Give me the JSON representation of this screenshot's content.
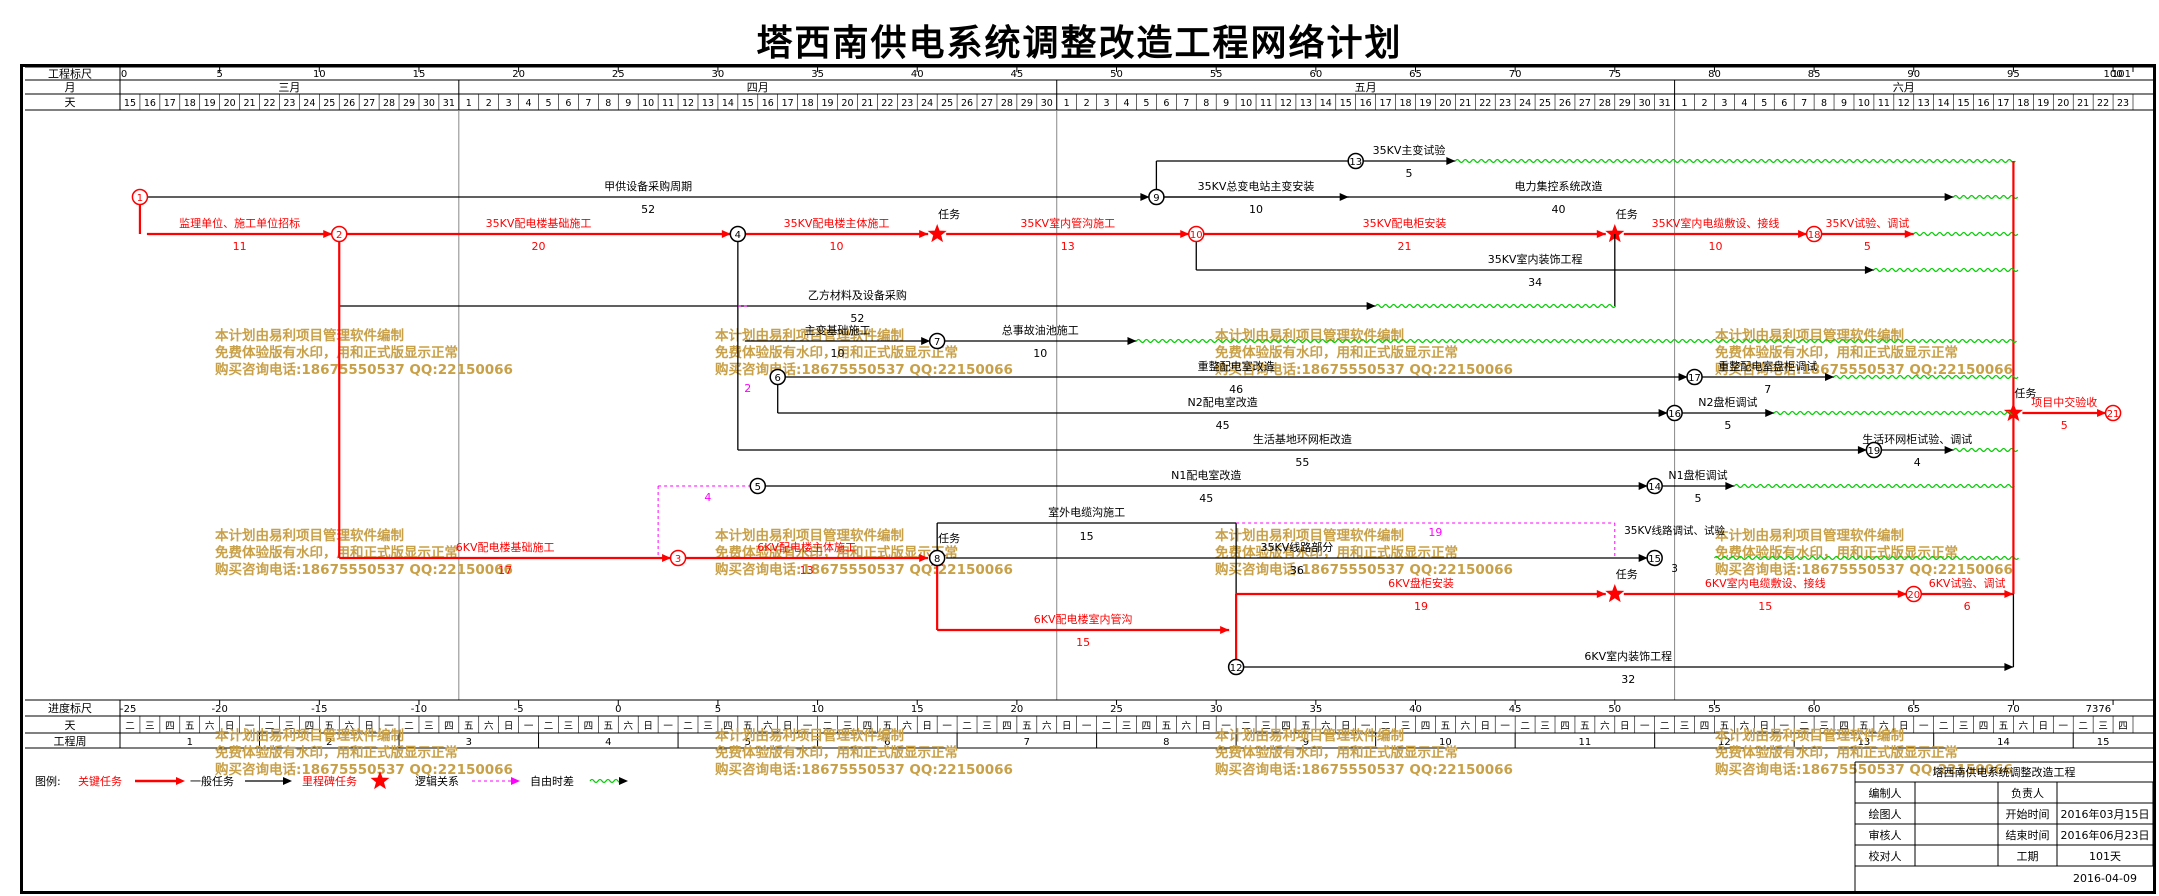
{
  "title": "塔西南供电系统调整改造工程网络计划",
  "header": {
    "row_labels": [
      "工程标尺",
      "月",
      "天"
    ],
    "scale_ticks": [
      "0",
      "5",
      "10",
      "15",
      "20",
      "25",
      "30",
      "35",
      "40",
      "45",
      "50",
      "55",
      "60",
      "65",
      "70",
      "75",
      "80",
      "85",
      "90",
      "95",
      "100",
      "101"
    ],
    "months": [
      "三月",
      "四月",
      "五月",
      "六月"
    ],
    "days": {
      "march": [
        "15",
        "16",
        "17",
        "18",
        "19",
        "20",
        "21",
        "22",
        "23",
        "24",
        "25",
        "26",
        "27",
        "28",
        "29",
        "30",
        "31"
      ],
      "april": [
        "1",
        "2",
        "3",
        "4",
        "5",
        "6",
        "7",
        "8",
        "9",
        "10",
        "11",
        "12",
        "13",
        "14",
        "15",
        "16",
        "17",
        "18",
        "19",
        "20",
        "21",
        "22",
        "23",
        "24",
        "25",
        "26",
        "27",
        "28",
        "29",
        "30"
      ],
      "may": [
        "1",
        "2",
        "3",
        "4",
        "5",
        "6",
        "7",
        "8",
        "9",
        "10",
        "11",
        "12",
        "13",
        "14",
        "15",
        "16",
        "17",
        "18",
        "19",
        "20",
        "21",
        "22",
        "23",
        "24",
        "25",
        "26",
        "27",
        "28",
        "29",
        "30",
        "31"
      ],
      "june": [
        "1",
        "2",
        "3",
        "4",
        "5",
        "6",
        "7",
        "8",
        "9",
        "10",
        "11",
        "12",
        "13",
        "14",
        "15",
        "16",
        "17",
        "18",
        "19",
        "20",
        "21",
        "22",
        "23"
      ]
    }
  },
  "footer": {
    "row_labels": [
      "进度标尺",
      "天",
      "工程周"
    ],
    "progress_ticks": [
      "-25",
      "-20",
      "-15",
      "-10",
      "-5",
      "0",
      "5",
      "10",
      "15",
      "20",
      "25",
      "30",
      "35",
      "40",
      "45",
      "50",
      "55",
      "60",
      "65",
      "70",
      "7376"
    ],
    "weekdays": [
      "二",
      "三",
      "四",
      "五",
      "六",
      "日",
      "一"
    ],
    "weeks": [
      "1",
      "2",
      "3",
      "4",
      "5",
      "6",
      "7",
      "8",
      "9",
      "10",
      "11",
      "12",
      "13",
      "14",
      "15"
    ]
  },
  "nodes": [
    {
      "id": "1",
      "color": "red"
    },
    {
      "id": "2",
      "color": "red"
    },
    {
      "id": "3",
      "color": "red"
    },
    {
      "id": "4",
      "color": "black"
    },
    {
      "id": "5",
      "color": "black"
    },
    {
      "id": "6",
      "color": "black"
    },
    {
      "id": "7",
      "color": "black"
    },
    {
      "id": "8",
      "color": "black"
    },
    {
      "id": "9",
      "color": "black"
    },
    {
      "id": "10",
      "color": "red"
    },
    {
      "id": "12",
      "color": "black"
    },
    {
      "id": "13",
      "color": "black"
    },
    {
      "id": "14",
      "color": "black"
    },
    {
      "id": "15",
      "color": "black"
    },
    {
      "id": "16",
      "color": "black"
    },
    {
      "id": "17",
      "color": "black"
    },
    {
      "id": "18",
      "color": "red"
    },
    {
      "id": "19",
      "color": "black"
    },
    {
      "id": "20",
      "color": "red"
    },
    {
      "id": "21",
      "color": "red"
    }
  ],
  "tasks": [
    {
      "name": "监理单位、施工单位招标",
      "duration": "11",
      "critical": true
    },
    {
      "name": "35KV配电楼基础施工",
      "duration": "20",
      "critical": true
    },
    {
      "name": "35KV配电楼主体施工",
      "duration": "10",
      "critical": true
    },
    {
      "name": "35KV室内管沟施工",
      "duration": "13",
      "critical": true
    },
    {
      "name": "35KV配电柜安装",
      "duration": "21",
      "critical": true
    },
    {
      "name": "35KV室内电缆敷设、接线",
      "duration": "10",
      "critical": true
    },
    {
      "name": "35KV试验、调试",
      "duration": "5",
      "critical": true
    },
    {
      "name": "甲供设备采购周期",
      "duration": "52",
      "critical": false
    },
    {
      "name": "35KV总变电站主变安装",
      "duration": "10",
      "critical": false
    },
    {
      "name": "35KV主变试验",
      "duration": "5",
      "critical": false
    },
    {
      "name": "电力集控系统改造",
      "duration": "40",
      "critical": false
    },
    {
      "name": "35KV室内装饰工程",
      "duration": "34",
      "critical": false
    },
    {
      "name": "乙方材料及设备采购",
      "duration": "52",
      "critical": false
    },
    {
      "name": "主变基础施工",
      "duration": "10",
      "critical": false
    },
    {
      "name": "总事故油池施工",
      "duration": "10",
      "critical": false
    },
    {
      "name": "重整配电室改造",
      "duration": "46",
      "critical": false
    },
    {
      "name": "重整配电室盘柜调试",
      "duration": "7",
      "critical": false
    },
    {
      "name": "N2配电室改造",
      "duration": "45",
      "critical": false
    },
    {
      "name": "N2盘柜调试",
      "duration": "5",
      "critical": false
    },
    {
      "name": "生活基地环网柜改造",
      "duration": "55",
      "critical": false
    },
    {
      "name": "生活环网柜试验、调试",
      "duration": "4",
      "critical": false
    },
    {
      "name": "N1配电室改造",
      "duration": "45",
      "critical": false
    },
    {
      "name": "N1盘柜调试",
      "duration": "5",
      "critical": false
    },
    {
      "name": "6KV配电楼基础施工",
      "duration": "17",
      "critical": true
    },
    {
      "name": "6KV配电楼主体施工",
      "duration": "13",
      "critical": true
    },
    {
      "name": "室外电缆沟施工",
      "duration": "15",
      "critical": false
    },
    {
      "name": "35KV线路部分",
      "duration": "36",
      "critical": false
    },
    {
      "name": "6KV配电楼室内管沟",
      "duration": "15",
      "critical": true
    },
    {
      "name": "6KV盘柜安装",
      "duration": "19",
      "critical": true
    },
    {
      "name": "6KV室内电缆敷设、接线",
      "duration": "15",
      "critical": true
    },
    {
      "name": "6KV试验、调试",
      "duration": "6",
      "critical": true
    },
    {
      "name": "6KV室内装饰工程",
      "duration": "32",
      "critical": false
    },
    {
      "name": "项目中交验收",
      "duration": "5",
      "critical": true
    },
    {
      "name": "35KV线路调试、试验",
      "duration": "3",
      "critical": false
    }
  ],
  "annotations": {
    "milestone_label": "任务",
    "float_values": [
      "2",
      "4",
      "19"
    ]
  },
  "watermark": {
    "line1": "本计划由易利项目管理软件编制",
    "line2": "免费体验版有水印，用和正式版显示正常",
    "line3": "购买咨询电话:18675550537 QQ:22150066"
  },
  "legend": {
    "title": "图例:",
    "items": [
      "关键任务",
      "一般任务",
      "里程碑任务",
      "逻辑关系",
      "自由时差"
    ]
  },
  "info_table": {
    "project_name": "塔西南供电系统调整改造工程",
    "rows": [
      {
        "label_a": "编制人",
        "value_a": "",
        "label_b": "负责人",
        "value_b": ""
      },
      {
        "label_a": "绘图人",
        "value_a": "",
        "label_b": "开始时间",
        "value_b": "2016年03月15日"
      },
      {
        "label_a": "审核人",
        "value_a": "",
        "label_b": "结束时间",
        "value_b": "2016年06月23日"
      },
      {
        "label_a": "校对人",
        "value_a": "",
        "label_b": "工期",
        "value_b": "101天"
      }
    ],
    "date": "2016-04-09"
  },
  "colors": {
    "critical": "#ff0000",
    "normal": "#000000",
    "free_float": "#00cc00",
    "logic": "#ff00ff",
    "watermark": "#c8a048",
    "grid": "#000000"
  }
}
